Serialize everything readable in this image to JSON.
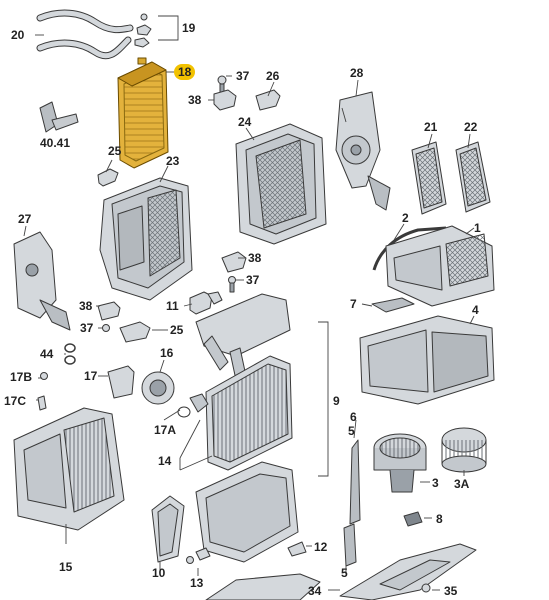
{
  "colors": {
    "part_fill": "#d4d8dc",
    "part_dark": "#9aa1a8",
    "part_stroke": "#3a3a3a",
    "highlight": "#f2c200",
    "heater_core": "#e3b23c",
    "leader": "#444444",
    "label": "#222222"
  },
  "callouts": {
    "c1": "1",
    "c2": "2",
    "c3": "3",
    "c3A": "3A",
    "c4": "4",
    "c5a": "5",
    "c5b": "5",
    "c6": "6",
    "c7": "7",
    "c8": "8",
    "c9": "9",
    "c10": "10",
    "c11": "11",
    "c12": "12",
    "c13": "13",
    "c14": "14",
    "c15": "15",
    "c16": "16",
    "c17": "17",
    "c17A": "17A",
    "c17B": "17B",
    "c17C": "17C",
    "c18": "18",
    "c19": "19",
    "c20": "20",
    "c21": "21",
    "c22": "22",
    "c23": "23",
    "c24": "24",
    "c25a": "25",
    "c25b": "25",
    "c26": "26",
    "c27": "27",
    "c28": "28",
    "c34": "34",
    "c35": "35",
    "c37a": "37",
    "c37b": "37",
    "c37c": "37",
    "c38a": "38",
    "c38b": "38",
    "c38c": "38",
    "c40": "40.41",
    "c44": "44"
  },
  "highlighted_part": "18"
}
